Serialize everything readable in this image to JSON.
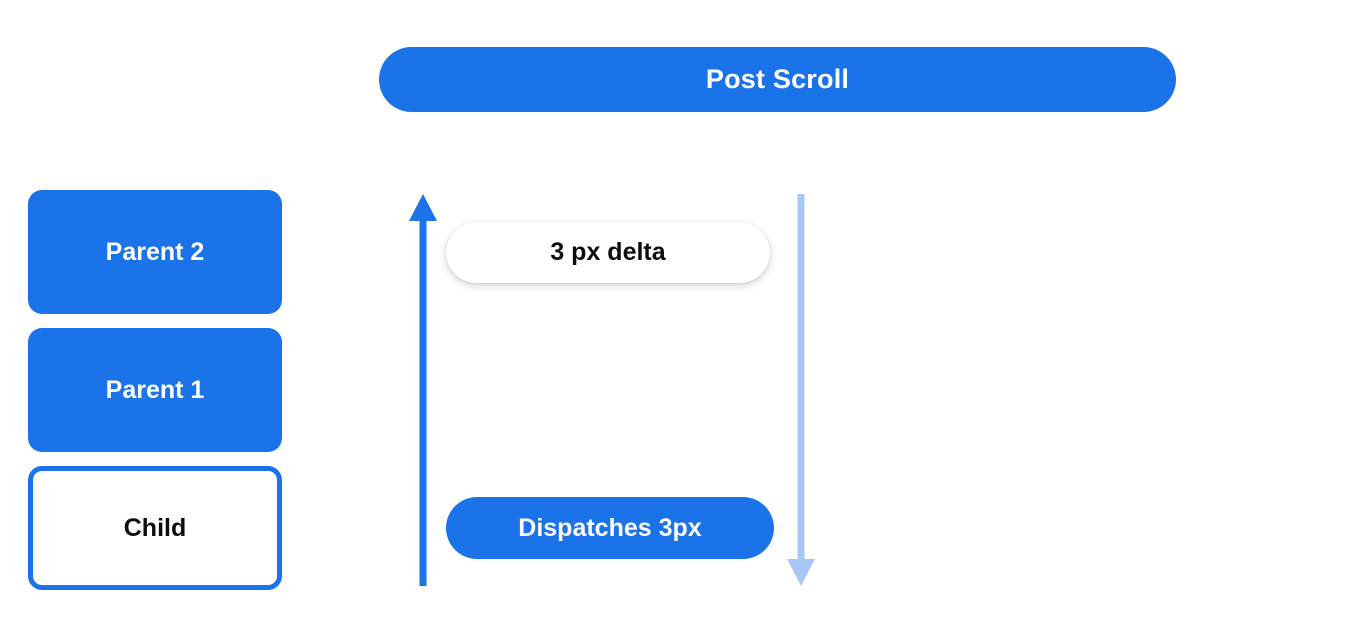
{
  "header": {
    "title": "Post Scroll"
  },
  "stack": {
    "items": [
      {
        "label": "Parent 2",
        "style": "filled"
      },
      {
        "label": "Parent 1",
        "style": "filled"
      },
      {
        "label": "Child",
        "style": "outlined"
      }
    ]
  },
  "annotations": {
    "delta_pill": "3 px delta",
    "dispatch_pill": "Dispatches 3px"
  },
  "arrows": {
    "up": {
      "name": "up-arrow",
      "direction": "up",
      "color": "#1a73e8"
    },
    "down": {
      "name": "down-arrow",
      "direction": "down",
      "color": "#a8c7f5"
    }
  },
  "colors": {
    "brand_blue": "#1a73e8",
    "light_blue": "#a8c7f5",
    "surface_white": "#ffffff",
    "text_dark": "#0d0d0d"
  }
}
